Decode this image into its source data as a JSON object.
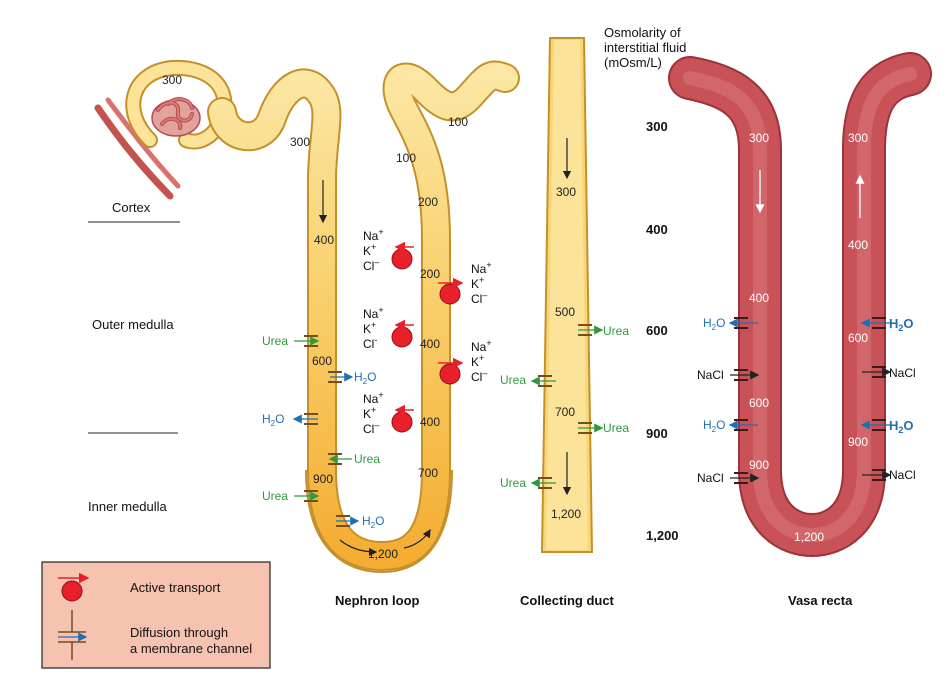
{
  "header": {
    "osmolarity_line1": "Osmolarity of",
    "osmolarity_line2": "interstitial fluid",
    "osmolarity_line3": "(mOsm/L)"
  },
  "regions": {
    "cortex": "Cortex",
    "outer_medulla": "Outer medulla",
    "inner_medulla": "Inner medulla"
  },
  "scale": [
    "300",
    "400",
    "600",
    "900",
    "1,200"
  ],
  "nephron": {
    "title": "Nephron loop",
    "values": {
      "capsule": "300",
      "pct_start": "300",
      "descending_400": "400",
      "descending_600": "600",
      "descending_900": "900",
      "bottom": "1,200",
      "ascending_700": "700",
      "ascending_400a": "400",
      "ascending_400b": "400",
      "ascending_200a": "200",
      "ascending_200b": "200",
      "top_100a": "100",
      "top_100b": "100"
    },
    "ions": {
      "na": "Na",
      "k": "K",
      "cl": "Cl",
      "plus": "+",
      "minus": "–",
      "minus_plain": "-"
    },
    "urea": "Urea",
    "water": {
      "h": "H",
      "sub": "2",
      "o": "O"
    }
  },
  "collecting_duct": {
    "title": "Collecting duct",
    "values": {
      "v300": "300",
      "v500": "500",
      "v700": "700",
      "v1200": "1,200"
    },
    "urea": "Urea"
  },
  "vasa_recta": {
    "title": "Vasa recta",
    "left_values": {
      "v300": "300",
      "v400": "400",
      "v600": "600",
      "v900": "900"
    },
    "right_values": {
      "v300": "300",
      "v400": "400",
      "v600": "600",
      "v900": "900"
    },
    "bottom": "1,200",
    "nacl": "NaCl",
    "water": {
      "h": "H",
      "sub": "2",
      "o": "O"
    }
  },
  "legend": {
    "active": "Active transport",
    "diffusion_line1": "Diffusion through",
    "diffusion_line2": "a membrane channel"
  },
  "colors": {
    "nephron_light": "#fbe39a",
    "nephron_dark": "#f6b53e",
    "tubule_outline": "#c5902a",
    "vasa": "#c85257",
    "vasa_outline": "#9b3338",
    "pump": "#e8202a",
    "urea": "#2e9a3a",
    "water": "#1f6fb5",
    "legend_bg": "#f7c3b1"
  }
}
